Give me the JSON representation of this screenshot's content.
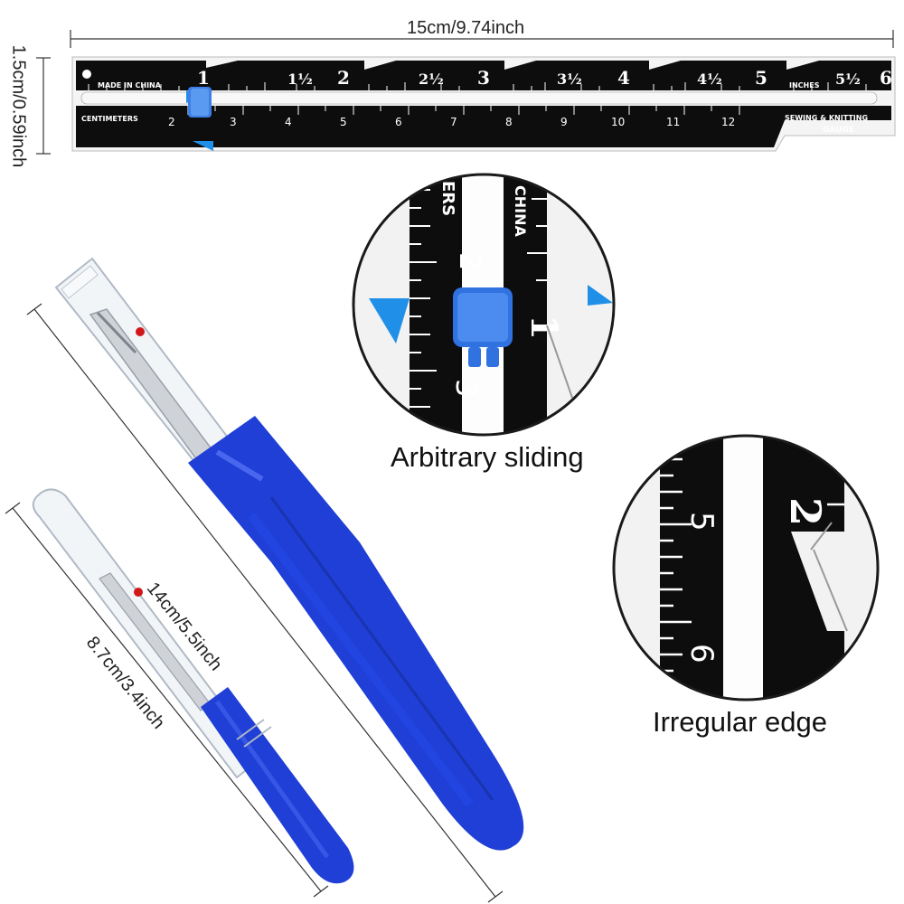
{
  "dimensions": {
    "gauge_length": "15cm/9.74inch",
    "gauge_height": "1.5cm/0.59inch",
    "large_ripper_length": "14cm/5.5inch",
    "small_ripper_length": "8.7cm/3.4inch"
  },
  "gauge": {
    "made_in": "MADE IN CHINA",
    "centimeters_label": "CENTIMETERS",
    "inches_label": "INCHES",
    "brand_line1": "SEWING & KNITTING",
    "brand_line2": "GAUGE",
    "inch_labels": [
      "1",
      "1½",
      "2",
      "2½",
      "3",
      "3½",
      "4",
      "4½",
      "5",
      "5½",
      "6"
    ],
    "cm_labels": [
      "2",
      "3",
      "4",
      "5",
      "6",
      "7",
      "8",
      "9",
      "10",
      "11",
      "12"
    ]
  },
  "callouts": {
    "sliding_caption": "Arbitrary sliding",
    "edge_caption": "Irregular edge",
    "sliding_zoom": {
      "label_top": "ERS",
      "label_china": "CHINA",
      "numbers": [
        "2",
        "3"
      ],
      "inch_mark": "1"
    },
    "edge_zoom": {
      "numbers": [
        "5",
        "6"
      ],
      "inch_mark": "2"
    }
  },
  "colors": {
    "ruler_black": "#0d0d0d",
    "accent_blue": "#1f3fd6",
    "slider_blue": "#3d7fe6",
    "tip_red": "#d01818"
  }
}
